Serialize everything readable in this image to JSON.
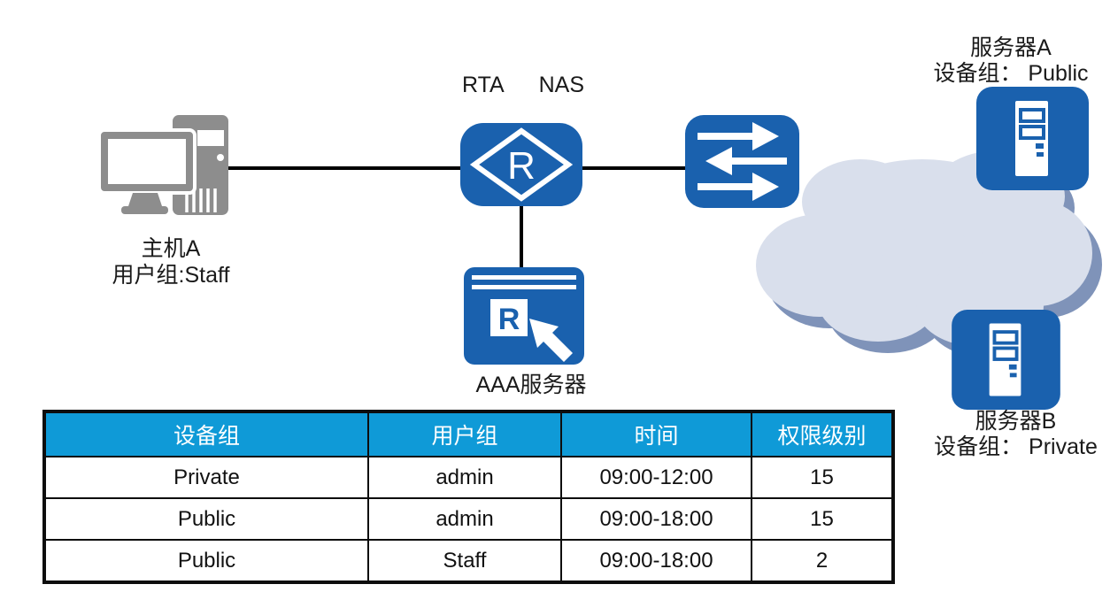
{
  "colors": {
    "icon_blue": "#1a61ae",
    "table_header_blue": "#0f9ad7",
    "cloud_fill": "#d9dfec",
    "cloud_shadow": "#7f93b9",
    "pc_gray": "#8d8d8d",
    "line_color": "#000000"
  },
  "diagram": {
    "host": {
      "name": "主机A",
      "group": "用户组:Staff"
    },
    "router": {
      "label_left": "RTA",
      "label_right": "NAS",
      "glyph": "R"
    },
    "aaa": {
      "label": "AAA服务器",
      "glyph": "R"
    },
    "server_a": {
      "name": "服务器A",
      "group": "设备组： Public"
    },
    "server_b": {
      "name": "服务器B",
      "group": "设备组： Private"
    }
  },
  "table": {
    "headers": [
      "设备组",
      "用户组",
      "时间",
      "权限级别"
    ],
    "rows": [
      [
        "Private",
        "admin",
        "09:00-12:00",
        "15"
      ],
      [
        "Public",
        "admin",
        "09:00-18:00",
        "15"
      ],
      [
        "Public",
        "Staff",
        "09:00-18:00",
        "2"
      ]
    ]
  }
}
